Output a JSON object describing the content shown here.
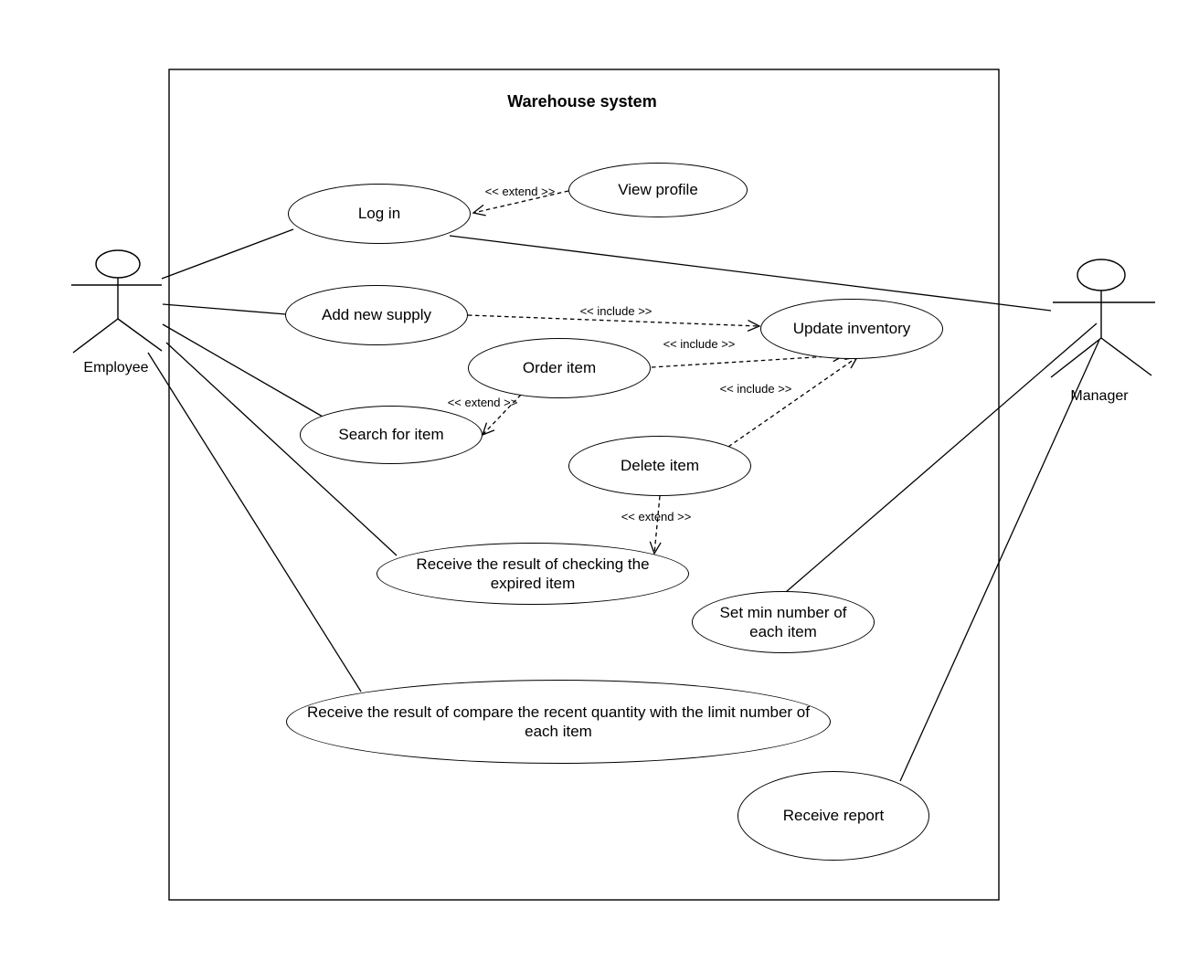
{
  "diagram": {
    "kind": "UML use case diagram",
    "system": {
      "title": "Warehouse system"
    }
  },
  "actors": [
    {
      "id": "employee",
      "label": "Employee"
    },
    {
      "id": "manager",
      "label": "Manager"
    }
  ],
  "use_cases": [
    {
      "id": "log-in",
      "label": "Log in"
    },
    {
      "id": "view-profile",
      "label": "View profile"
    },
    {
      "id": "add-new-supply",
      "label": "Add new supply"
    },
    {
      "id": "update-inventory",
      "label": "Update inventory"
    },
    {
      "id": "order-item",
      "label": "Order item"
    },
    {
      "id": "search-for-item",
      "label": "Search for item"
    },
    {
      "id": "delete-item",
      "label": "Delete item"
    },
    {
      "id": "receive-expired-check",
      "label": "Receive the result of checking the expired item"
    },
    {
      "id": "set-min-number",
      "label": "Set min number of each item"
    },
    {
      "id": "receive-compare-result",
      "label": "Receive the result of compare the recent quantity with the limit number of each item"
    },
    {
      "id": "receive-report",
      "label": "Receive report"
    }
  ],
  "stereotypes": {
    "extend": "<< extend >>",
    "include": "<< include >>"
  },
  "associations": [
    {
      "from": "Employee",
      "to": "Log in"
    },
    {
      "from": "Employee",
      "to": "Add new supply"
    },
    {
      "from": "Employee",
      "to": "Search for item"
    },
    {
      "from": "Employee",
      "to": "Receive the result of checking the expired item"
    },
    {
      "from": "Employee",
      "to": "Receive the result of compare the recent quantity with the limit number of each item"
    },
    {
      "from": "Manager",
      "to": "Log in"
    },
    {
      "from": "Manager",
      "to": "Set min number of each item"
    },
    {
      "from": "Manager",
      "to": "Receive report"
    }
  ],
  "dependencies": [
    {
      "from": "View profile",
      "to": "Log in",
      "stereotype": "<< extend >>"
    },
    {
      "from": "Add new supply",
      "to": "Update inventory",
      "stereotype": "<< include >>"
    },
    {
      "from": "Order item",
      "to": "Update inventory",
      "stereotype": "<< include >>"
    },
    {
      "from": "Delete item",
      "to": "Update inventory",
      "stereotype": "<< include >>"
    },
    {
      "from": "Order item",
      "to": "Search for item",
      "stereotype": "<< extend >>"
    },
    {
      "from": "Delete item",
      "to": "Receive the result of checking the expired item",
      "stereotype": "<< extend >>"
    }
  ],
  "colors": {
    "line": "#000000",
    "background": "#ffffff",
    "text": "#000000"
  }
}
